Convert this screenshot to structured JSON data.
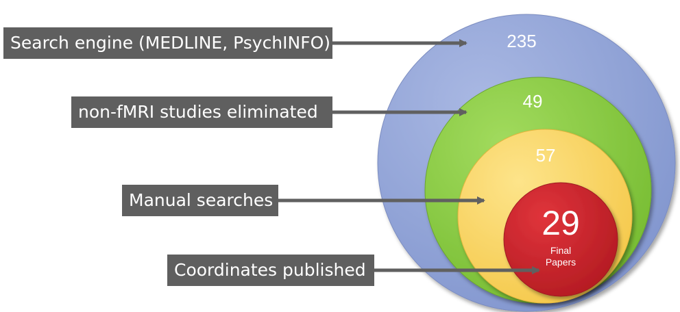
{
  "labels": [
    "Search engine (MEDLINE, PsychINFO)",
    "non-fMRI studies eliminated",
    "Manual searches",
    "Coordinates published"
  ],
  "counts": [
    "235",
    "49",
    "57"
  ],
  "final": {
    "count": "29",
    "label_line1": "Final",
    "label_line2": "Papers"
  },
  "colors": {
    "outer": "#97a8d8",
    "second": "#8fce4a",
    "third": "#fbd76a",
    "inner": "#cc2129",
    "label_bg": "#5f5f5f",
    "arrow": "#606060"
  }
}
